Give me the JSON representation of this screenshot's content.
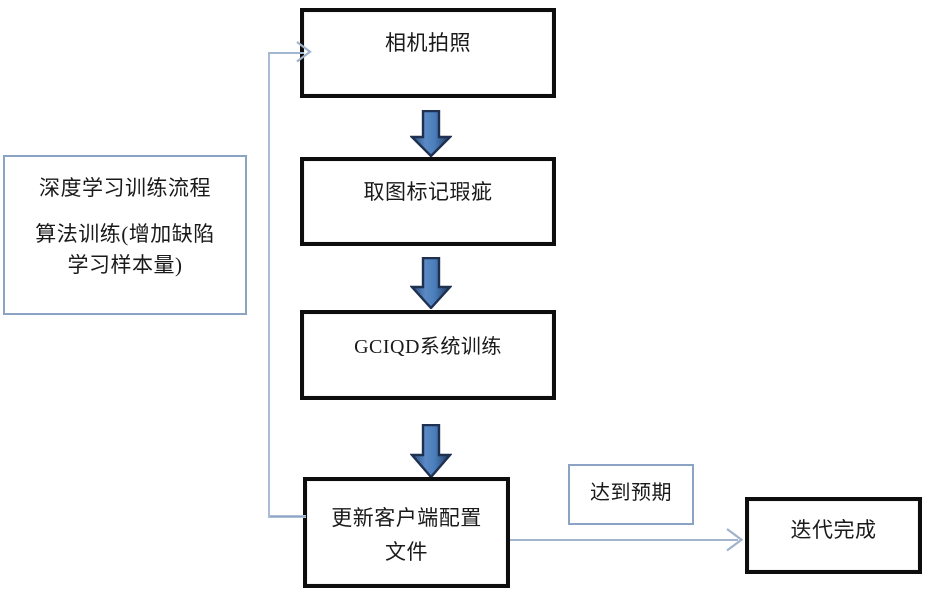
{
  "diagram": {
    "title_note": "深度学习训练流程",
    "nodes": {
      "info": {
        "line1": "深度学习训练流程",
        "line2": "算法训练(增加缺陷\n学习样本量)",
        "border_color": "#8ba4c4"
      },
      "camera": {
        "label": "相机拍照",
        "border_color": "#0d0d0d"
      },
      "mark": {
        "label": "取图标记瑕疵",
        "border_color": "#0d0d0d"
      },
      "train": {
        "label": "GCIQD系统训练",
        "border_color": "#0d0d0d"
      },
      "update": {
        "label": "更新客户端配置\n文件",
        "border_color": "#0d0d0d"
      },
      "expect": {
        "label": "达到预期",
        "border_color": "#8ba4c4"
      },
      "done": {
        "label": "迭代完成",
        "border_color": "#0d0d0d"
      }
    },
    "arrows": {
      "down_arrow_fill_light": "#5b8ac5",
      "down_arrow_fill_dark": "#1f3864",
      "connector_color": "#8ba4c4",
      "icons": {
        "arrow_1": "down-block-arrow-icon",
        "arrow_2": "down-block-arrow-icon",
        "arrow_3": "down-block-arrow-icon",
        "feedback": "feedback-loop-arrow-icon",
        "to_done": "right-arrow-icon"
      }
    }
  }
}
